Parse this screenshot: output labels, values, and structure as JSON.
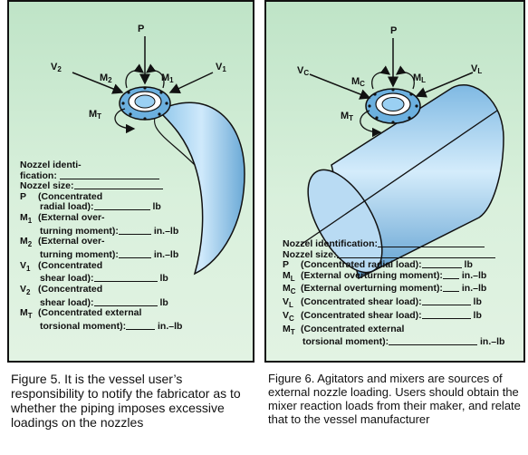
{
  "left": {
    "labels": {
      "P": "P",
      "V2": "V",
      "V2s": "2",
      "V1": "V",
      "V1s": "1",
      "M2": "M",
      "M2s": "2",
      "M1": "M",
      "M1s": "1",
      "MT": "M",
      "MTs": "T"
    },
    "spec": {
      "id1": "Nozzel identi-",
      "id2": "fication:",
      "size": "Nozzel size:",
      "p_sym": "P",
      "p1": "(Concentrated",
      "p2": "radial load):",
      "p_unit": "lb",
      "m1_sym": "M",
      "m1_sub": "1",
      "m1a": "(External over-",
      "m1b": "turning moment):",
      "m1_unit": "in.–lb",
      "m2_sym": "M",
      "m2_sub": "2",
      "m2a": "(External over-",
      "m2b": "turning moment):",
      "m2_unit": "in.–lb",
      "v1_sym": "V",
      "v1_sub": "1",
      "v1a": "(Concentrated",
      "v1b": "shear load):",
      "v1_unit": "lb",
      "v2_sym": "V",
      "v2_sub": "2",
      "v2a": "(Concentrated",
      "v2b": "shear load):",
      "v2_unit": "lb",
      "mt_sym": "M",
      "mt_sub": "T",
      "mta": "(Concentrated external",
      "mtb": "torsional moment):",
      "mt_unit": "in.–lb"
    },
    "caption": "Figure 5. It is the vessel user’s responsibility to notify the fabricator as to whether the piping imposes excessive loadings on the nozzles"
  },
  "right": {
    "labels": {
      "P": "P",
      "VC": "V",
      "VCs": "C",
      "VL": "V",
      "VLs": "L",
      "MC": "M",
      "MCs": "C",
      "ML": "M",
      "MLs": "L",
      "MT": "M",
      "MTs": "T"
    },
    "spec": {
      "id": "Nozzel identification:",
      "size": "Nozzel size:",
      "p_sym": "P",
      "p": "(Concentrated radial load):",
      "p_unit": "lb",
      "ml_sym": "M",
      "ml_sub": "L",
      "ml": "(External overturning moment):",
      "ml_unit": "in.–lb",
      "mc_sym": "M",
      "mc_sub": "C",
      "mc": "(External overturning moment):",
      "mc_unit": "in.–lb",
      "vl_sym": "V",
      "vl_sub": "L",
      "vl": "(Concentrated shear load):",
      "vl_unit": "lb",
      "vc_sym": "V",
      "vc_sub": "C",
      "vc": "(Concentrated shear load):",
      "vc_unit": "lb",
      "mt_sym": "M",
      "mt_sub": "T",
      "mta": "(Concentrated external",
      "mtb": "torsional moment):",
      "mt_unit": "in.–lb"
    },
    "caption": "Figure 6. Agitators and mixers are sources of external nozzle loading. Users should obtain the mixer reaction loads from their maker, and relate that to the vessel manufacturer"
  }
}
